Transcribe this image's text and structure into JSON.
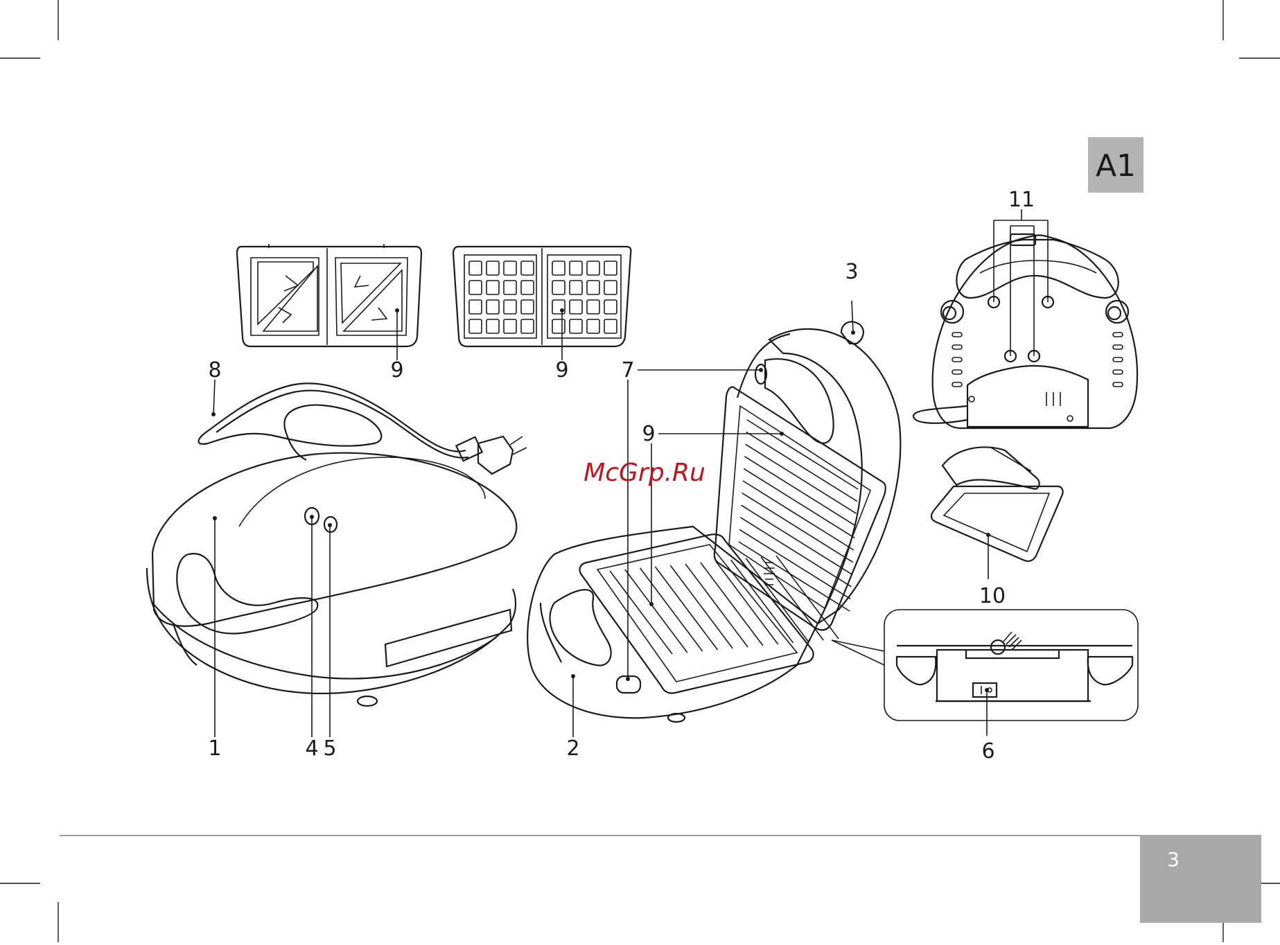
{
  "section_badge": "A1",
  "page_number": "3",
  "watermark": "McGrp.Ru",
  "callouts": {
    "c1": "1",
    "c2": "2",
    "c3": "3",
    "c4": "4",
    "c5": "5",
    "c6": "6",
    "c7": "7",
    "c8": "8",
    "c9_sandwich": "9",
    "c9_waffle": "9",
    "c9_grill": "9",
    "c10": "10",
    "c11": "11"
  },
  "colors": {
    "badge_fill": "#b3b3b3",
    "badge_text": "#1a1a1a",
    "page_box_fill": "#a8a8a8",
    "page_text": "#ffffff",
    "watermark": "#c0141c",
    "line": "#1a1a1a"
  }
}
